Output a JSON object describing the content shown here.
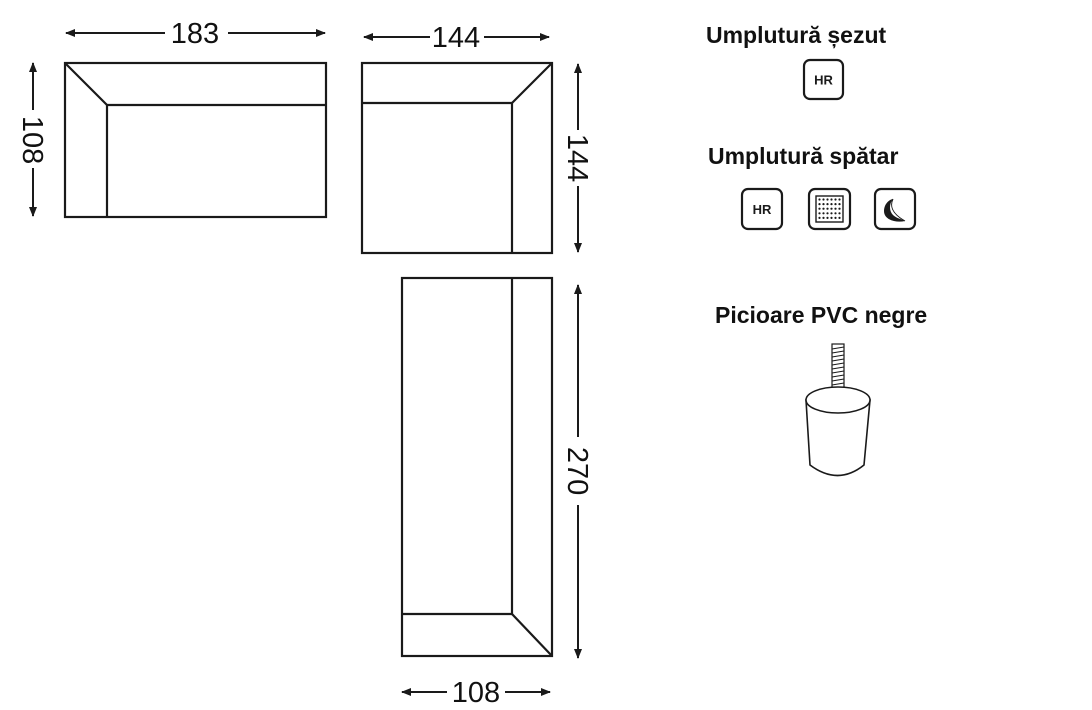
{
  "dimensions": {
    "top_left_width": "183",
    "top_left_height": "108",
    "corner_width": "144",
    "corner_height": "144",
    "long_length": "270",
    "long_width": "108"
  },
  "legend": {
    "seat_filling_title": "Umplutură șezut",
    "seat_filling_icons": [
      {
        "name": "hr-foam-icon",
        "text": "HR"
      }
    ],
    "back_filling_title": "Umplutură spătar",
    "back_filling_icons": [
      {
        "name": "hr-foam-icon",
        "text": "HR"
      },
      {
        "name": "pocket-spring-icon"
      },
      {
        "name": "feather-icon"
      }
    ],
    "legs_title": "Picioare PVC negre",
    "legs_icon": "pvc-leg-icon"
  },
  "colors": {
    "line": "#1a1a1a",
    "background": "#ffffff"
  }
}
